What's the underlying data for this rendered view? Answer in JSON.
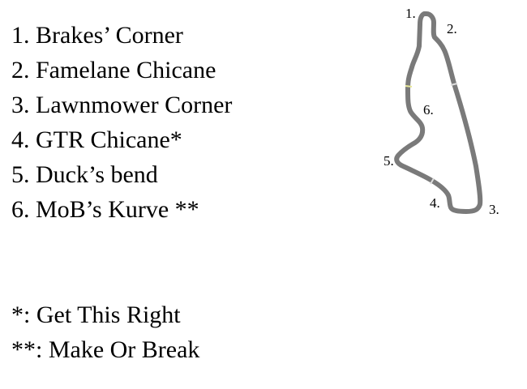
{
  "corners": [
    {
      "number": "1.",
      "name": "1. Brakes’ Corner"
    },
    {
      "number": "2.",
      "name": "2. Famelane Chicane"
    },
    {
      "number": "3.",
      "name": "3. Lawnmower Corner"
    },
    {
      "number": "4.",
      "name": "4. GTR Chicane*"
    },
    {
      "number": "5.",
      "name": "5. Duck’s bend"
    },
    {
      "number": "6.",
      "name": "6. MoB’s Kurve **"
    }
  ],
  "footnotes": [
    "*: Get This Right",
    "**: Make Or Break"
  ],
  "colors": {
    "track": "#7a7a7a",
    "marker_start": "#e8e89a",
    "marker_sector": "#dddddd"
  }
}
